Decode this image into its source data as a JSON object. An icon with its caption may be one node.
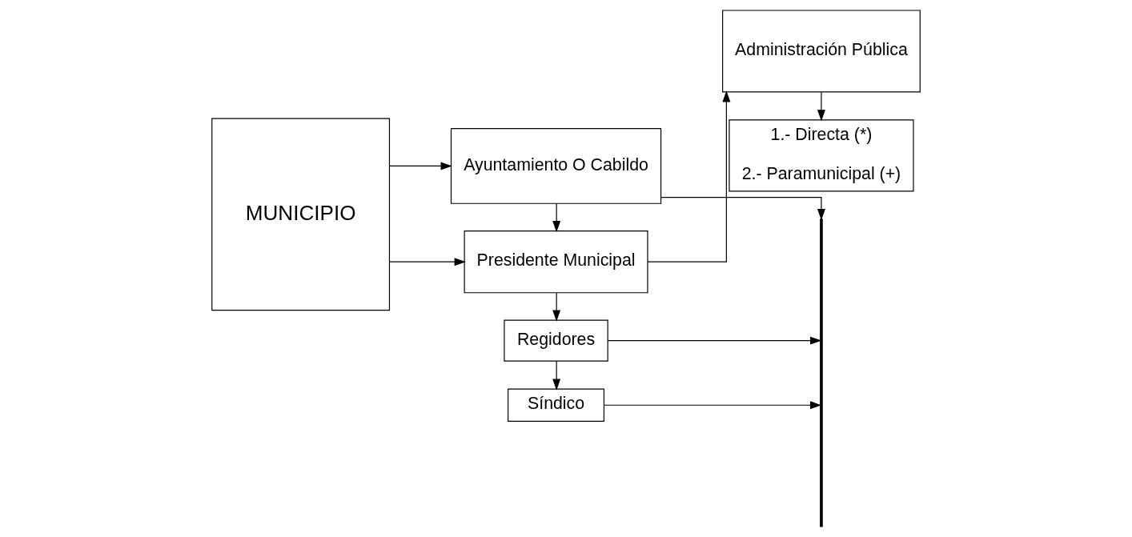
{
  "diagram": {
    "nodes": [
      {
        "text": [
          "MUNICIPIO"
        ]
      },
      {
        "text": [
          "Ayuntamiento O Cabildo"
        ]
      },
      {
        "text": [
          "Presidente Municipal"
        ]
      },
      {
        "text": [
          "Regidores"
        ]
      },
      {
        "text": [
          "Síndico"
        ]
      },
      {
        "text": [],
        "shape": "bar"
      },
      {
        "text": [
          "Administración Pública"
        ]
      },
      {
        "text": [
          "1.- Directa (*)",
          "2.- Paramunicipal (+)"
        ]
      }
    ],
    "edges": [
      {
        "from": 0,
        "to": 1,
        "arrow": "to"
      },
      {
        "from": 0,
        "to": 2,
        "arrow": "to"
      },
      {
        "from": 1,
        "to": 2,
        "arrow": "to"
      },
      {
        "from": 1,
        "to": 5,
        "arrow": "to"
      },
      {
        "from": 2,
        "to": 6,
        "arrow": "to"
      },
      {
        "from": 2,
        "to": 3,
        "arrow": "to"
      },
      {
        "from": 3,
        "to": 5,
        "arrow": "to"
      },
      {
        "from": 3,
        "to": 4,
        "arrow": "to"
      },
      {
        "from": 4,
        "to": 5,
        "arrow": "to"
      },
      {
        "from": 6,
        "to": 7,
        "arrow": "to"
      }
    ]
  }
}
